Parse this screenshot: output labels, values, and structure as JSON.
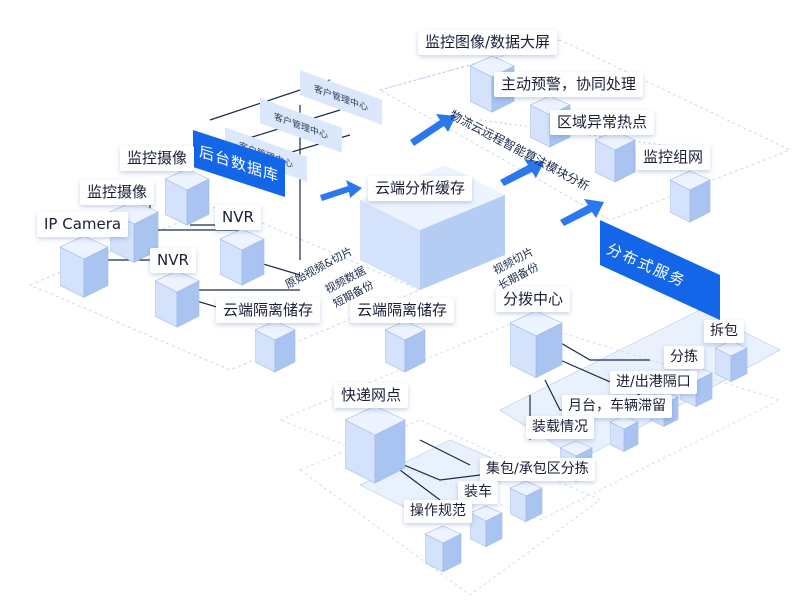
{
  "nodes": {
    "ip_camera": "IP Camera",
    "monitor_cam_1": "监控摄像",
    "monitor_cam_2": "监控摄像",
    "nvr_1": "NVR",
    "nvr_2": "NVR",
    "backend_db": "后台数据库",
    "cloud_cache": "云端分析缓存",
    "cloud_storage_1": "云端隔离储存",
    "cloud_storage_2": "云端隔离储存",
    "screen": "监控图像/数据大屏",
    "warning": "主动预警，协同处理",
    "hotspot": "区域异常热点",
    "network": "监控组网",
    "distributed": "分布式服务",
    "dispatch": "分拨中心",
    "unpack": "拆包",
    "sorting": "分拣",
    "gate": "进/出港隔口",
    "platform": "月台，车辆滞留",
    "loading": "装载情况",
    "express": "快递网点",
    "bag_sort": "集包/承包区分拣",
    "truck": "装车",
    "procedure": "操作规范"
  },
  "mgmt_centers": [
    "客户管理中心",
    "客户管理中心",
    "客户管理中心"
  ],
  "flow_labels": {
    "raw_video": "原始视频&切片",
    "video_data": "视频数据",
    "short_backup": "短期备份",
    "video_slice": "视频切片",
    "long_backup": "长期备份",
    "algorithm": "物流云远程智能算法模块分析"
  },
  "colors": {
    "accent": "#1366e8",
    "cube_top": "#eef4ff",
    "cube_left": "#d4e3fb",
    "cube_right": "#a9c4f1",
    "platform": "#e6effd"
  }
}
